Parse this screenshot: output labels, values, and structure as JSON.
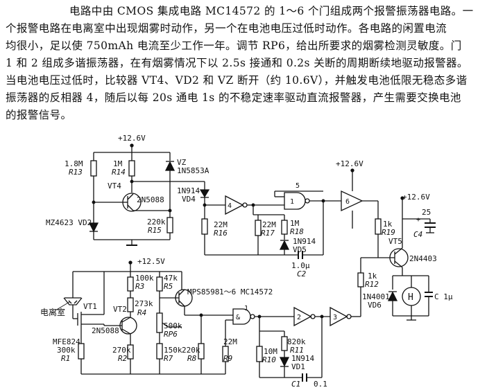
{
  "paragraph": {
    "lines": [
      "电路中由 CMOS 集成电路 MC14572 的 1～6 个门组成两个报警振荡器电路。一",
      "个报警电路在电离室中出现烟雾时动作，另一个在电池电压过低时动作。各电路的闲置电流",
      "均很小，足以使 750mAh 电流至少工作一年。调节 RP6，给出所要求的烟雾检测灵敏度。门",
      "1 和 2 组成多谐振荡器，在有烟雾情况下以 2.5s 接通和 0.2s 关断的周期断续地驱动报警器。",
      "当电池电压过低时，比较器 VT4、VD2 和 VZ 断开（约 10.6V），并触发电池低限无稳态多谐",
      "振荡器的反相器 4，随后以每 20s 通电 1s 的不稳定速率驱动直流报警器，产生需要交换电池",
      "的报警信号。"
    ]
  },
  "schematic": {
    "supplies": {
      "top": "+12.6V",
      "mid": "+12.6V",
      "right": "+12.6V",
      "bottom": "+12.5V"
    },
    "ic_label": "1～6 MC14572",
    "ion_chamber": "电离室",
    "gates": {
      "g1": "1",
      "g2": "2",
      "g3": "3",
      "g4": "4",
      "g5": "5",
      "g6": "6"
    },
    "components": {
      "R13": [
        "1.8M",
        "R13"
      ],
      "R14": [
        "1M",
        "R14"
      ],
      "VZ": [
        "VZ",
        "1N5853A"
      ],
      "VT4": [
        "VT4",
        "2N5088"
      ],
      "VD2": "MZ4623 VD2",
      "R15": [
        "220k",
        "R15"
      ],
      "VD4": [
        "1N914",
        "VD4"
      ],
      "R16": [
        "22M",
        "R16"
      ],
      "R17": [
        "22M",
        "R17"
      ],
      "R18": [
        "1M",
        "R18"
      ],
      "VD5": [
        "1N914",
        "VD5"
      ],
      "C2": [
        "1.0μ",
        "C2"
      ],
      "C4": [
        "25",
        "C4"
      ],
      "R19": [
        "1k",
        "R19"
      ],
      "VT5": [
        "VT5",
        "2N4403"
      ],
      "R12": [
        "1k",
        "R12"
      ],
      "VD6": [
        "1N4001",
        "VD6"
      ],
      "C_alarm": "C 1μ",
      "R3": [
        "100k",
        "R3"
      ],
      "R5": [
        "47k",
        "R5"
      ],
      "VT3": "MPS8598",
      "VT2": "VT2",
      "R4": [
        "273k",
        "R4"
      ],
      "VT1": [
        "VT1",
        "2N5088"
      ],
      "VT1_fet": [
        "MFE824",
        "300k",
        "R1"
      ],
      "R2": [
        "270k",
        "R2"
      ],
      "RP6": [
        "500k",
        "RP6"
      ],
      "R7": [
        "150k",
        "R7"
      ],
      "R8": [
        "220k",
        "R8"
      ],
      "R9": [
        "22M",
        "R9"
      ],
      "R10": [
        "10M",
        "R10"
      ],
      "R11": [
        "820k",
        "R11"
      ],
      "VD1": [
        "1N914",
        "VD1"
      ],
      "C1": [
        "C1",
        "0.1"
      ]
    }
  }
}
